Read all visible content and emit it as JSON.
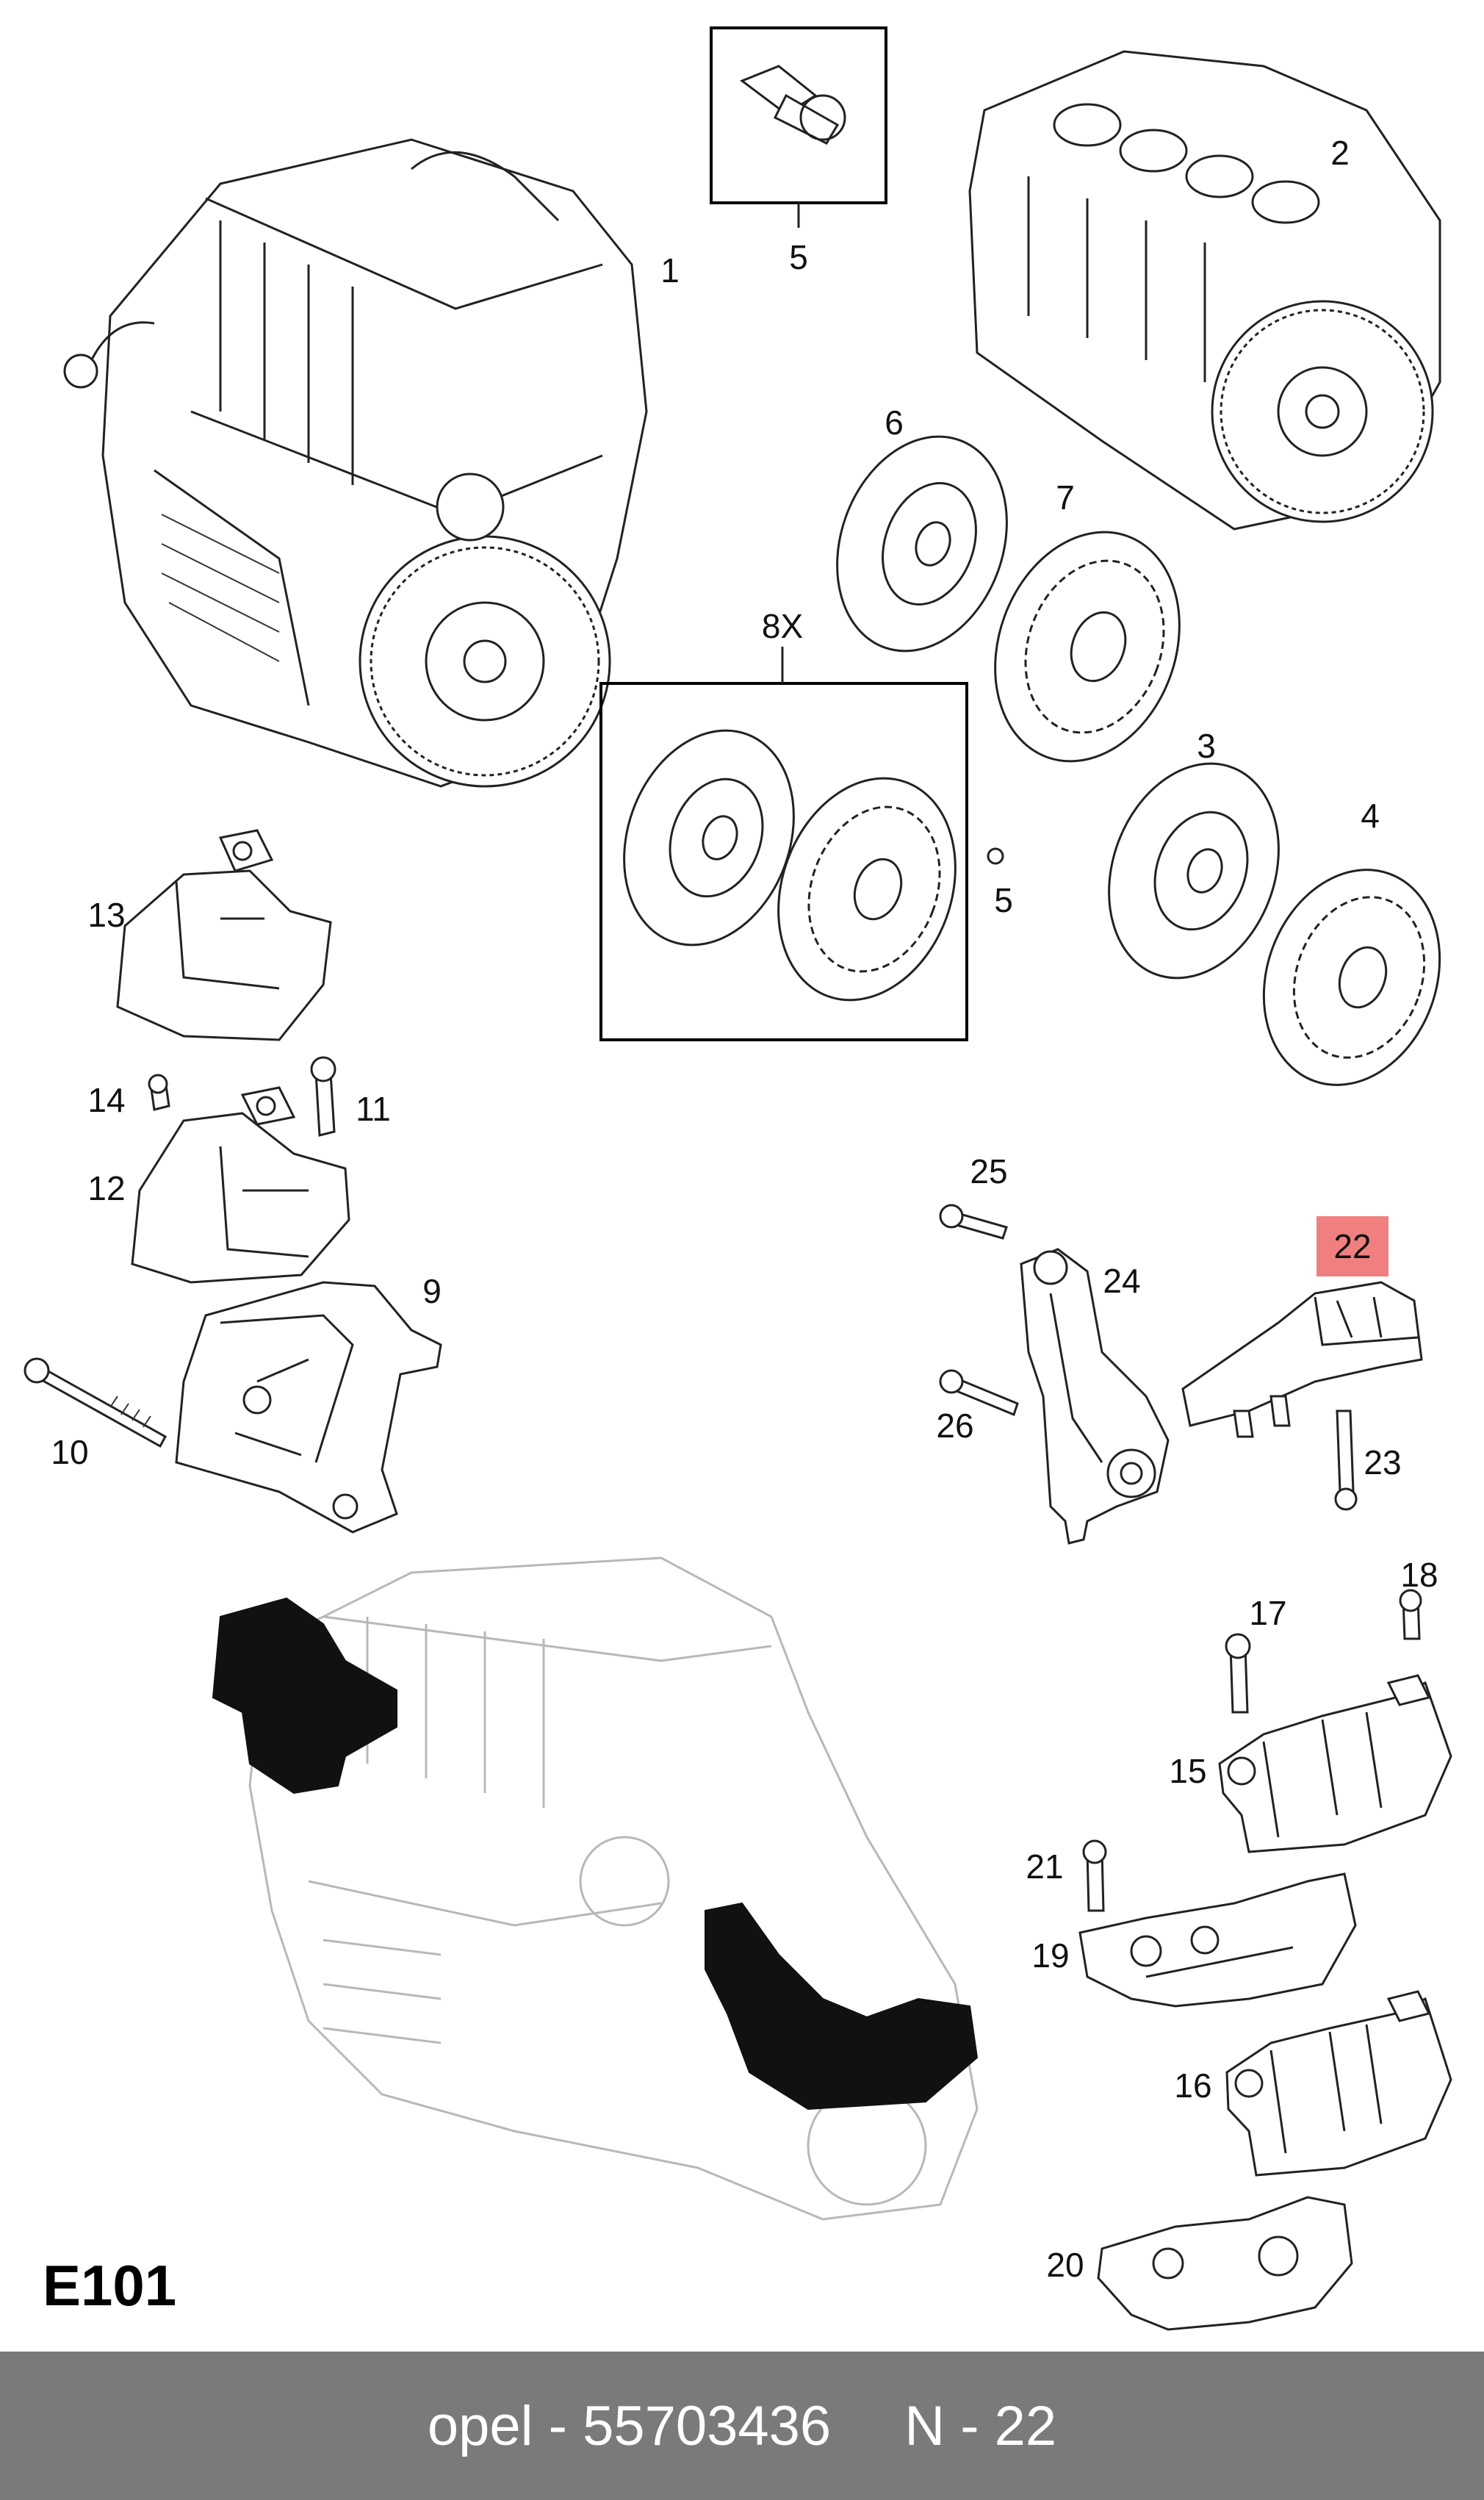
{
  "diagram_code": "E101",
  "footer": {
    "brand": "opel",
    "separator": "-",
    "part_number": "55703436",
    "position_ref": "N - 22"
  },
  "highlighted_label": "22",
  "labels": {
    "p1": "1",
    "p2": "2",
    "p3": "3",
    "p4": "4",
    "p5a": "5",
    "p5b": "5",
    "p6": "6",
    "p7": "7",
    "p8x": "8X",
    "p9": "9",
    "p10": "10",
    "p11": "11",
    "p12": "12",
    "p13": "13",
    "p14": "14",
    "p15": "15",
    "p16": "16",
    "p17": "17",
    "p18": "18",
    "p19": "19",
    "p20": "20",
    "p21": "21",
    "p23": "23",
    "p24": "24",
    "p25": "25",
    "p26": "26"
  }
}
